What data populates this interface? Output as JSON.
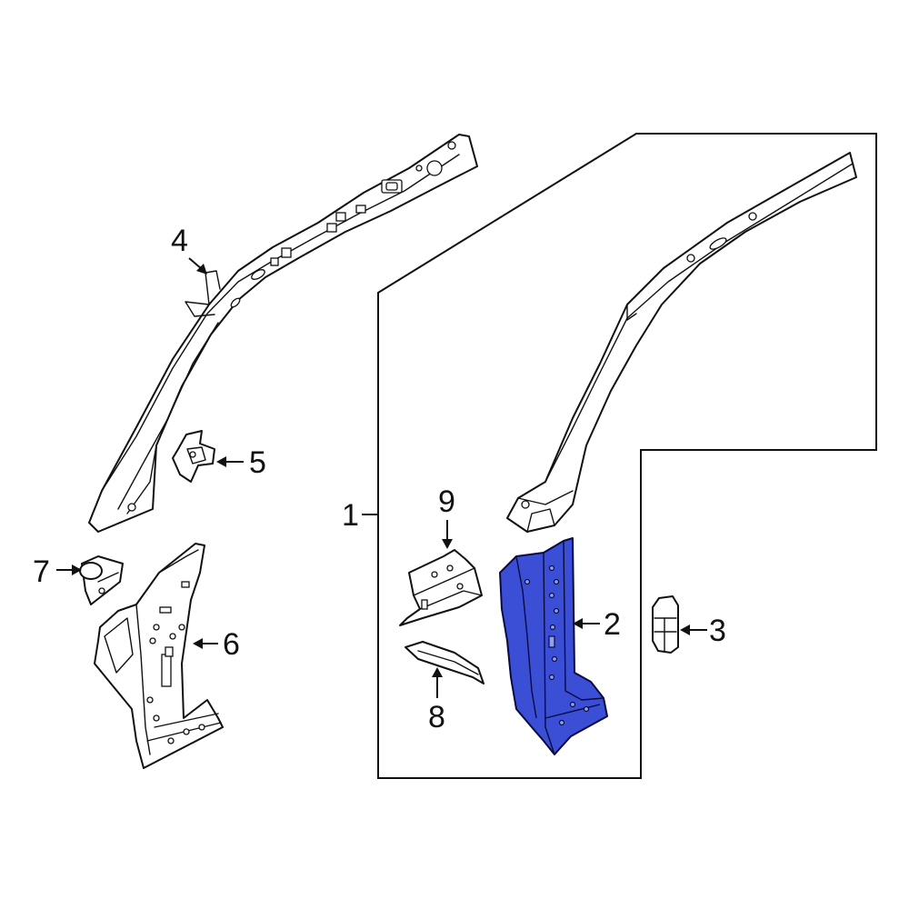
{
  "diagram": {
    "highlight_color": "#3a4fd6",
    "callouts": [
      {
        "id": "1",
        "label": "1"
      },
      {
        "id": "2",
        "label": "2"
      },
      {
        "id": "3",
        "label": "3"
      },
      {
        "id": "4",
        "label": "4"
      },
      {
        "id": "5",
        "label": "5"
      },
      {
        "id": "6",
        "label": "6"
      },
      {
        "id": "7",
        "label": "7"
      },
      {
        "id": "8",
        "label": "8"
      },
      {
        "id": "9",
        "label": "9"
      }
    ]
  }
}
